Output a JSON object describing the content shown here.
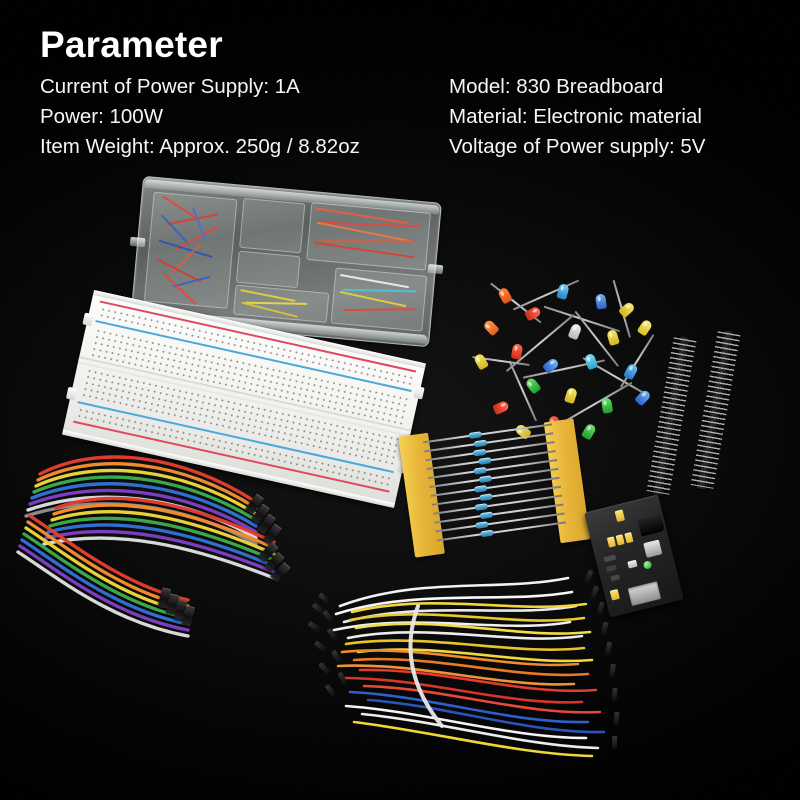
{
  "header": {
    "title": "Parameter",
    "left_column": [
      "Current of Power Supply: 1A",
      "Power: 100W",
      "Item Weight: Approx. 250g / 8.82oz"
    ],
    "right_column": [
      "Model: 830 Breadboard",
      "Material: Electronic material",
      "Voltage of Power supply: 5V"
    ]
  },
  "photo": {
    "background_color": "#000000",
    "components": [
      {
        "name": "parts-box",
        "label": "Transparent compartment box with pre-formed jumper wires"
      },
      {
        "name": "breadboard",
        "label": "830 point solderless breadboard"
      },
      {
        "name": "ribbon-cables",
        "label": "Rainbow Dupont ribbon jumper cables"
      },
      {
        "name": "led-pile",
        "label": "Assorted colored LEDs"
      },
      {
        "name": "resistor-pack",
        "label": "Metal film resistors on yellow tape"
      },
      {
        "name": "pin-headers",
        "label": "Black male pin header strips"
      },
      {
        "name": "jumper-bundle",
        "label": "Male to male flexible jumper wires"
      },
      {
        "name": "power-module",
        "label": "MB102 breadboard power supply module"
      }
    ],
    "colors": {
      "breadboard_body": "#fdfdfb",
      "rail_positive": "#e0485f",
      "rail_negative": "#4aa8da",
      "resistor_tape": "#e8b63a",
      "resistor_body": "#3f9ccb",
      "pcb": "#262626",
      "jumper_cap": "#e0b52f",
      "status_led": "#24a024"
    }
  }
}
